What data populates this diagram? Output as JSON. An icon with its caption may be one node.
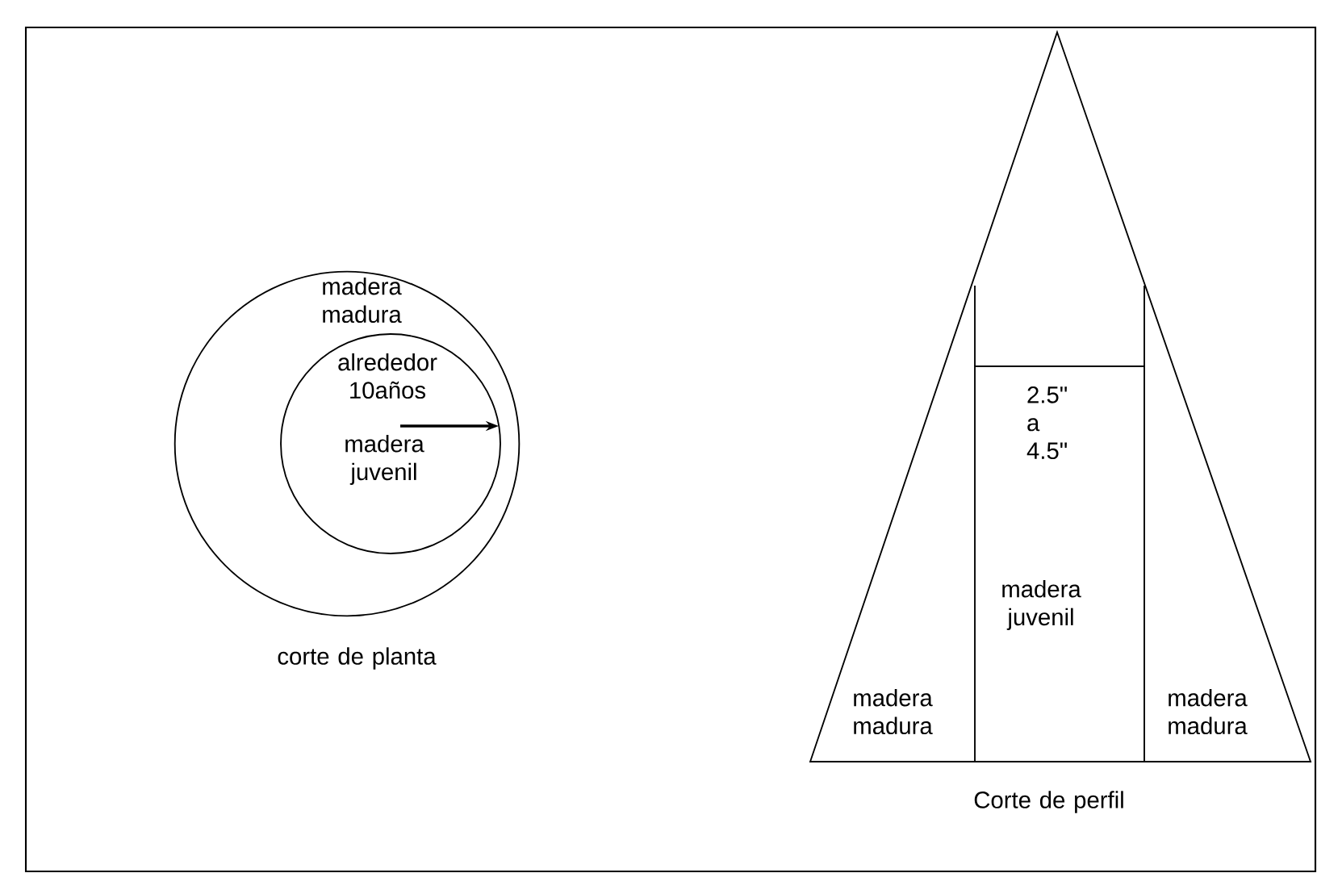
{
  "diagram": {
    "nodes": [
      {
        "text": [
          "madera madura"
        ]
      },
      {
        "text": [
          "alrededor 10años",
          "madera juvenil"
        ],
        "in": 0
      },
      {
        "text": [],
        "shape": "triangle"
      },
      {
        "text": [
          "2.5\" a 4.5\"",
          "madera juvenil"
        ],
        "in": 2
      }
    ],
    "labels": [
      "corte de planta",
      "madera madura",
      "madera madura",
      "Corte de perfil"
    ]
  }
}
